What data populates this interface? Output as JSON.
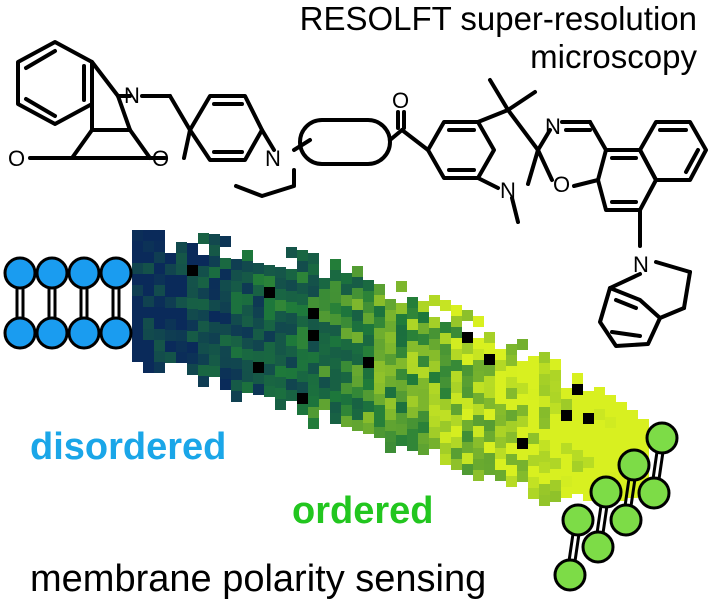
{
  "title": {
    "line1": "RESOLFT super-resolution",
    "line2": "microscopy"
  },
  "labels": {
    "disordered": "disordered",
    "ordered": "ordered"
  },
  "caption": "membrane polarity sensing",
  "atoms": {
    "N1": "N",
    "O_ring1": "O",
    "O_carbonyl1": "O",
    "N_amine": "N",
    "O_carbonyl2": "O",
    "N_indoline": "N",
    "N_imine": "N",
    "O_ring2": "O",
    "N_indole": "N"
  },
  "colors": {
    "disordered": "#1aa6e8",
    "ordered": "#22c61f",
    "bilayer_disordered": "#1a9cf0",
    "bilayer_ordered": "#7ddc47",
    "heat_low": "#0a2a5a",
    "heat_mid": "#1e7a3a",
    "heat_high": "#d8f020"
  }
}
